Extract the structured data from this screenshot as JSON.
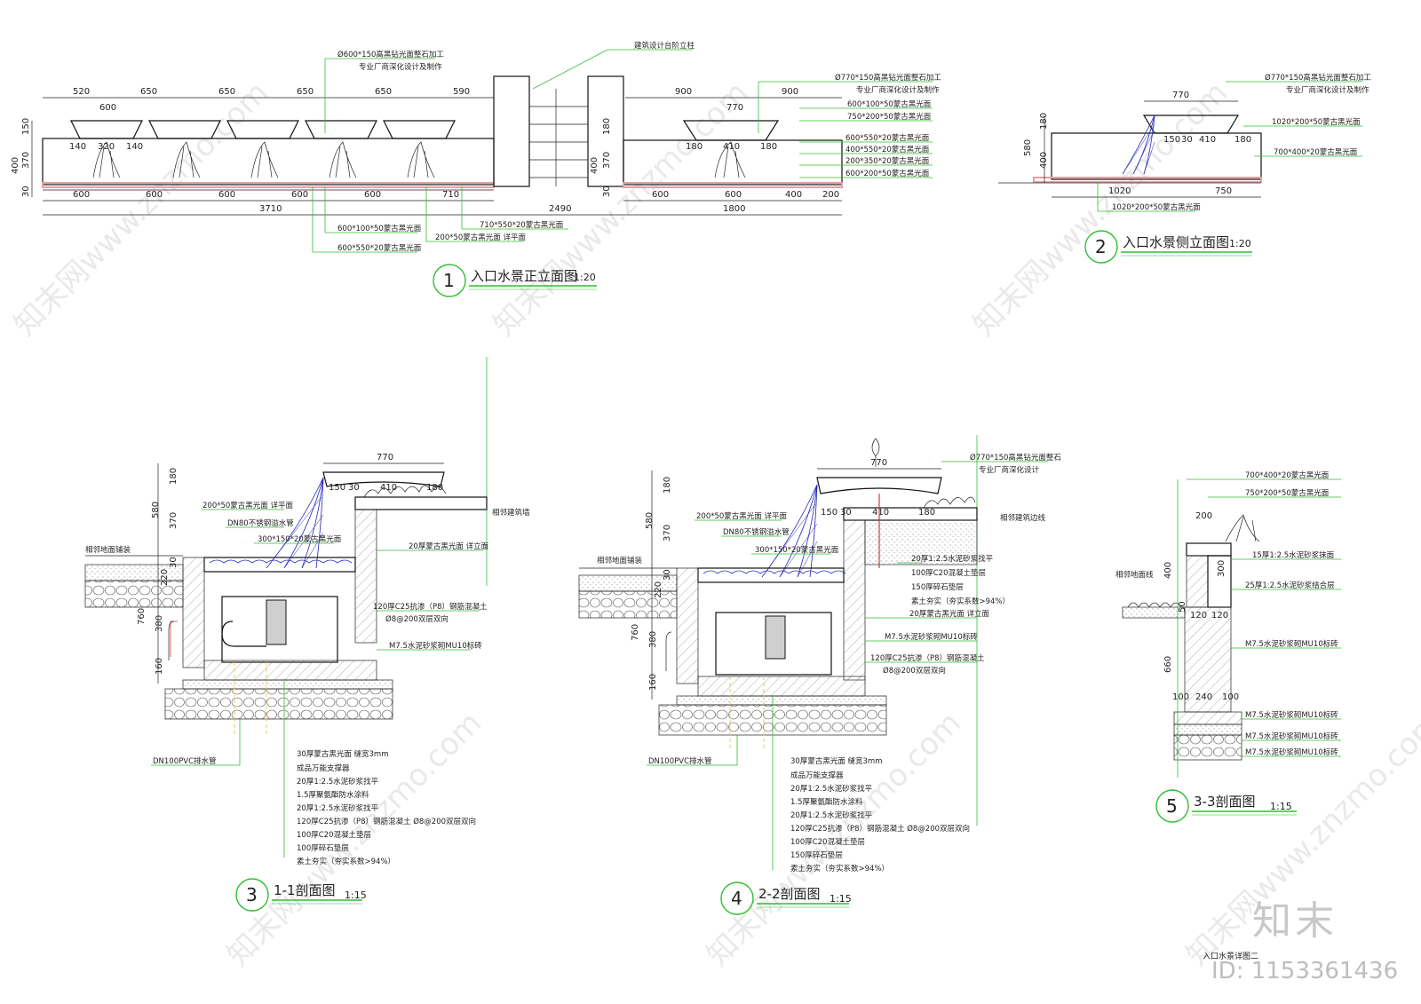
{
  "sheet": {
    "title_block": "入口水景详图二",
    "brand": "知末",
    "id_label": "ID: 1153361436",
    "watermark": "知末网www.znzmo.com"
  },
  "views": [
    {
      "number": "1",
      "title": "入口水景正立面图",
      "scale": "1:20"
    },
    {
      "number": "2",
      "title": "入口水景侧立面图",
      "scale": "1:20"
    },
    {
      "number": "3",
      "title": "1-1剖面图",
      "scale": "1:15"
    },
    {
      "number": "4",
      "title": "2-2剖面图",
      "scale": "1:15"
    },
    {
      "number": "5",
      "title": "3-3剖面图",
      "scale": "1:15"
    }
  ],
  "front_elevation": {
    "top_dims": [
      "520",
      "650",
      "650",
      "650",
      "650",
      "590"
    ],
    "right_top_dims": [
      "900",
      "900"
    ],
    "basin_width": "600",
    "basin_width_right": "770",
    "sub_dims": [
      "140",
      "320",
      "140"
    ],
    "sub_dims_right": [
      "180",
      "410",
      "180"
    ],
    "left_vert": [
      "150",
      "400",
      "370",
      "30"
    ],
    "mid_vert": [
      "180",
      "400",
      "370",
      "30"
    ],
    "bottom_dims": [
      "600",
      "600",
      "600",
      "600",
      "600",
      "710"
    ],
    "bottom_dims_right": [
      "600",
      "600",
      "400",
      "200"
    ],
    "total_left": "3710",
    "total_mid": "2490",
    "total_right": "1800",
    "note_top_left": [
      "Ø600*150高黑钻光面整石加工",
      "专业厂商深化设计及制作"
    ],
    "note_top_mid": "建筑设计台阶立柱",
    "notes_right": [
      "Ø770*150高黑钻光面整石加工",
      "专业厂商深化设计及制作",
      "600*100*50蒙古黑光面",
      "750*200*50蒙古黑光面",
      "600*550*20蒙古黑光面",
      "400*550*20蒙古黑光面",
      "200*350*20蒙古黑光面",
      "600*200*50蒙古黑光面"
    ],
    "notes_bottom": [
      "600*100*50蒙古黑光面",
      "600*550*20蒙古黑光面",
      "200*50蒙古黑光面 详平面",
      "710*550*20蒙古黑光面"
    ]
  },
  "side_elevation": {
    "top_dim": "770",
    "vert": [
      "580",
      "180",
      "400"
    ],
    "sub_dims": [
      "150",
      "30",
      "410",
      "180"
    ],
    "bottom_dims": [
      "1020",
      "750"
    ],
    "notes": [
      "Ø770*150高黑钻光面整石加工",
      "专业厂商深化设计及制作",
      "1020*200*50蒙古黑光面",
      "700*400*20蒙古黑光面",
      "1020*200*50蒙古黑光面"
    ]
  },
  "section_1": {
    "top_dim": "770",
    "sub_dims": [
      "150",
      "30",
      "410",
      "180"
    ],
    "vert": [
      "180",
      "580",
      "370",
      "30",
      "220",
      "760",
      "380",
      "160"
    ],
    "notes_left": [
      "200*50蒙古黑光面 详平面",
      "DN80不锈钢溢水管",
      "300*150*20蒙古黑光面",
      "相邻地面铺装"
    ],
    "notes_right": [
      "相邻建筑墙",
      "20厚蒙古黑光面 详立面",
      "120厚C25抗渗（P8）钢筋混凝土",
      "Ø8@200双层双向",
      "M7.5水泥砂浆砌MU10标砖"
    ],
    "drain": "DN100PVC排水管",
    "layers": [
      "30厚蒙古黑光面 缝宽3mm",
      "成品万能支撑器",
      "20厚1:2.5水泥砂浆找平",
      "1.5厚聚氨酯防水涂料",
      "20厚1:2.5水泥砂浆找平",
      "120厚C25抗渗（P8）钢筋混凝土 Ø8@200双层双向",
      "100厚C20混凝土垫层",
      "100厚碎石垫层",
      "素土夯实（夯实系数>94%）"
    ]
  },
  "section_2": {
    "top_dim": "770",
    "sub_dims": [
      "150",
      "30",
      "410",
      "180"
    ],
    "vert": [
      "180",
      "580",
      "370",
      "30",
      "220",
      "760",
      "380",
      "160"
    ],
    "notes_top": [
      "Ø770*150高黑钻光面整石",
      "专业厂商深化设计"
    ],
    "notes_left": [
      "200*50蒙古黑光面 详平面",
      "DN80不锈钢溢水管",
      "300*150*20蒙古黑光面",
      "相邻地面铺装"
    ],
    "notes_right": [
      "相邻建筑边线",
      "20厚1:2.5水泥砂浆找平",
      "100厚C20混凝土垫层",
      "150厚碎石垫层",
      "素土夯实（夯实系数>94%）",
      "20厚蒙古黑光面 详立面",
      "M7.5水泥砂浆砌MU10标砖",
      "120厚C25抗渗（P8）钢筋混凝土",
      "Ø8@200双层双向"
    ],
    "drain": "DN100PVC排水管",
    "layers": [
      "30厚蒙古黑光面 缝宽3mm",
      "成品万能支撑器",
      "20厚1:2.5水泥砂浆找平",
      "1.5厚聚氨酯防水涂料",
      "20厚1:2.5水泥砂浆找平",
      "120厚C25抗渗（P8）钢筋混凝土 Ø8@200双层双向",
      "100厚C20混凝土垫层",
      "150厚碎石垫层",
      "素土夯实（夯实系数>94%）"
    ]
  },
  "section_3": {
    "notes": [
      "700*400*20蒙古黑光面",
      "750*200*50蒙古黑光面",
      "15厚1:2.5水泥砂浆抹面",
      "25厚1:2.5水泥砂浆结合层",
      "M7.5水泥砂浆砌MU10标砖",
      "M7.5水泥砂浆砌MU10标砖",
      "M7.5水泥砂浆砌MU10标砖",
      "M7.5水泥砂浆砌MU10标砖"
    ],
    "left_note": "相邻地面线",
    "dims": [
      "200",
      "400",
      "300",
      "50",
      "120",
      "120",
      "660",
      "100",
      "240",
      "100"
    ]
  }
}
